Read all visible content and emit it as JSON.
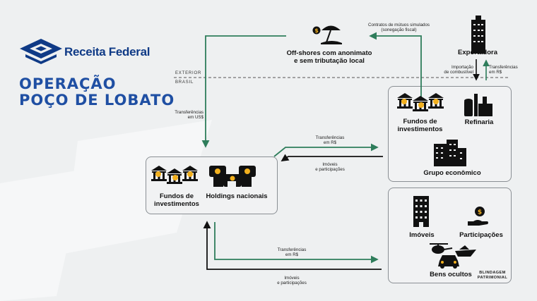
{
  "brand": {
    "name": "Receita Federal"
  },
  "title": {
    "line1": "OPERAÇÃO",
    "line2": "POÇO DE LOBATO"
  },
  "zones": {
    "exterior": "EXTERIOR",
    "brasil": "BRASIL"
  },
  "nodes": {
    "offshores": {
      "line1": "Off-shores com anonimato",
      "line2": "e sem tributação local"
    },
    "exportadora": "Exportadora",
    "fundos_right": {
      "line1": "Fundos de",
      "line2": "investimentos"
    },
    "refinaria": "Refinaria",
    "grupo": "Grupo econômico",
    "fundos_left": {
      "line1": "Fundos de",
      "line2": "investimentos"
    },
    "holdings": "Holdings nacionais",
    "imoveis": "Imóveis",
    "participacoes": "Participações",
    "bens": "Bens ocultos",
    "blindagem": {
      "line1": "BLINDAGEM",
      "line2": "PATRIMONIAL"
    }
  },
  "flows": {
    "contratos": {
      "line1": "Contratos de mútuos simulados",
      "line2": "(sonegação fiscal)"
    },
    "importacao": {
      "line1": "Importação",
      "line2": "de combustível"
    },
    "transf_rs_top": {
      "line1": "Transferências",
      "line2": "em R$"
    },
    "transf_uss": {
      "line1": "Transferências",
      "line2": "em US$"
    },
    "transf_rs_mid": {
      "line1": "Transferências",
      "line2": "em R$"
    },
    "imoveis_mid": {
      "line1": "Imóveis",
      "line2": "e participações"
    },
    "transf_rs_bot": {
      "line1": "Transferências",
      "line2": "em R$"
    },
    "imoveis_bot": {
      "line1": "Imóveis",
      "line2": "e participações"
    }
  },
  "colors": {
    "green": "#2e7d5b",
    "black": "#111111",
    "blue": "#0f3a86",
    "accent": "#1f4fa3",
    "coin": "#f2b01e"
  }
}
